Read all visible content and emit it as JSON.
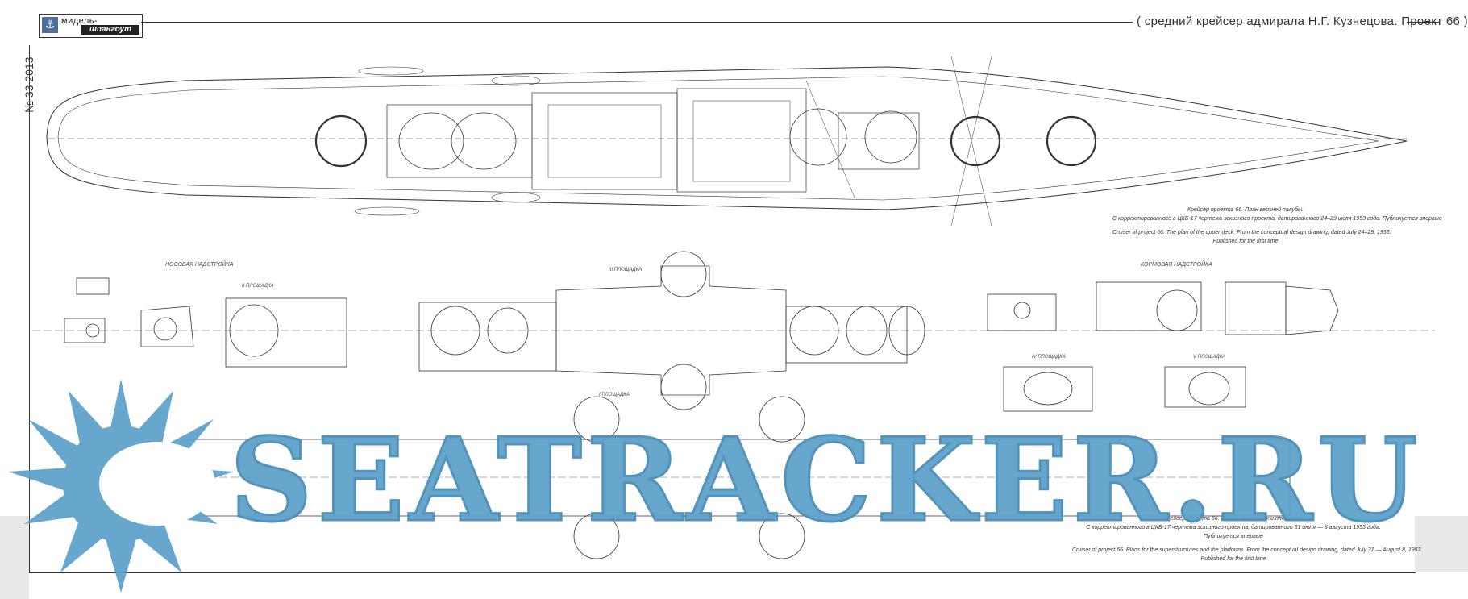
{
  "header": {
    "logo_top": "мидель-",
    "logo_bottom": "шпангоут",
    "title": "( средний крейсер адмирала Н.Г. Кузнецова. Проект 66 )"
  },
  "issue": "№ 33  2013",
  "captions": {
    "upper_deck": {
      "ru_line1": "Крейсер проекта 66. План верхней палубы.",
      "ru_line2": "С корректированного в ЦКБ-17 чертежа эскизного проекта, датированного 24–29 июля 1953 года. Публикуется впервые",
      "en_line1": "Cruiser of project 66. The plan of the upper deck. From the conceptual design drawing, dated July 24–29, 1953.",
      "en_line2": "Published for the first time"
    },
    "superstructures": {
      "ru_line1": "Крейсер проекта 66. Планы надстроек и площадок.",
      "ru_line2": "С корректированного в ЦКБ-17 чертежа эскизного проекта, датированного 31 июля — 8 августа 1953 года.",
      "ru_line3": "Публикуется впервые",
      "en_line1": "Cruiser of project 66. Plans for the superstructures and the platforms. From the conceptual design drawing, dated July 31 — August 8, 1953.",
      "en_line2": "Published for the first time"
    }
  },
  "labels": {
    "bow_superstructure": "НОСОВАЯ НАДСТРОЙКА",
    "aft_superstructure": "КОРМОВАЯ НАДСТРОЙКА",
    "tier1": "I ПЛОЩАДКА",
    "tier2": "II ПЛОЩАДКА",
    "tier3": "III ПЛОЩАДКА",
    "tier4": "IV ПЛОЩАДКА",
    "tier5": "V ПЛОЩАДКА"
  },
  "watermark": {
    "text": "SEATRACKER.RU",
    "color": "#5fa3cc"
  },
  "colors": {
    "line": "#333333",
    "watermark": "#5fa3cc",
    "logo_mark": "#4a6f99"
  }
}
